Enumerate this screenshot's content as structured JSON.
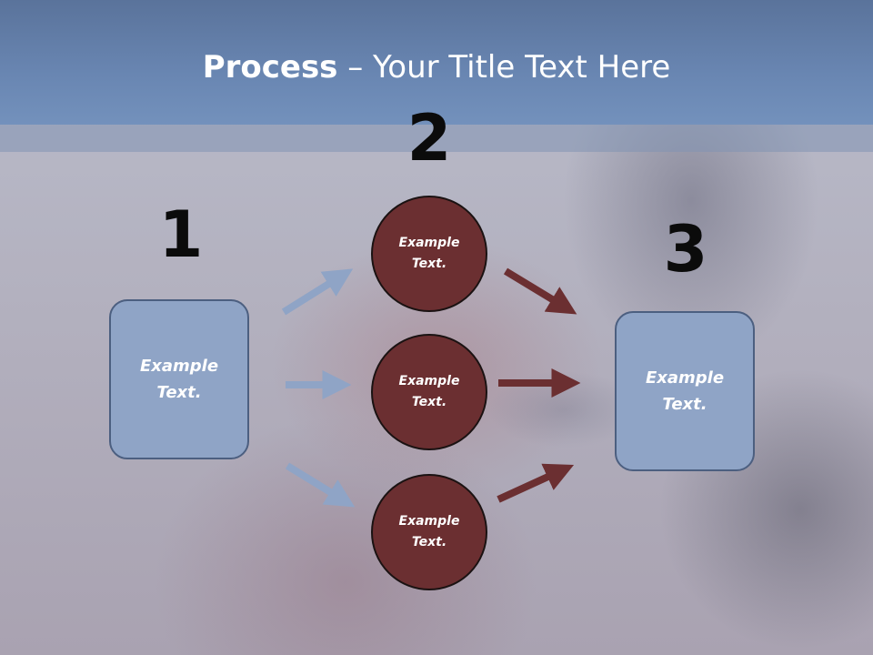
{
  "slide": {
    "title_bold": "Process",
    "title_rest": " – Your Title Text Here"
  },
  "steps": {
    "step1": {
      "number": "1",
      "text": "Example\nText."
    },
    "step2": {
      "number": "2"
    },
    "step3": {
      "number": "3",
      "text": "Example\nText."
    }
  },
  "circles": [
    {
      "text": "Example\nText."
    },
    {
      "text": "Example\nText."
    },
    {
      "text": "Example\nText."
    }
  ],
  "colors": {
    "header": "#6986b2",
    "box_fill": "#8fa4c6",
    "circle_fill": "#6b2f31",
    "blue_arrow": "#8fa4c6",
    "red_arrow": "#6b2f31"
  }
}
